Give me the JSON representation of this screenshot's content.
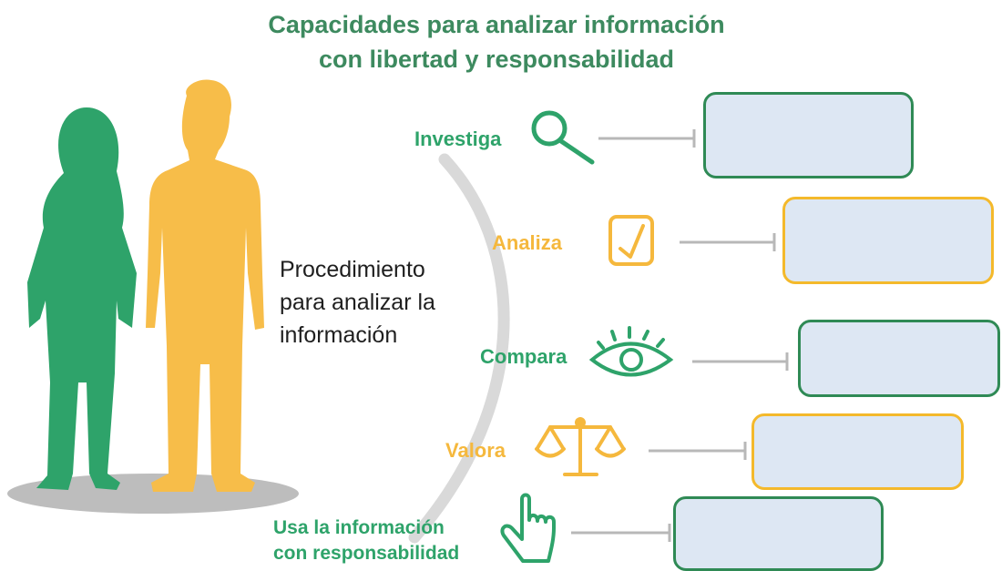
{
  "title": {
    "line1": "Capacidades para analizar información",
    "line2": "con libertad  y responsabilidad"
  },
  "center": {
    "line1": "Procedimiento",
    "line2": "para analizar la",
    "line3": "información"
  },
  "steps": [
    {
      "label": "Investiga",
      "icon": "magnifier-icon",
      "color": "#2ea36a"
    },
    {
      "label": "Analiza",
      "icon": "checkbox-icon",
      "color": "#f5b83d"
    },
    {
      "label": "Compara",
      "icon": "eye-icon",
      "color": "#2ea36a"
    },
    {
      "label": "Valora",
      "icon": "scales-icon",
      "color": "#f5b83d"
    },
    {
      "label_line1": "Usa la información",
      "label_line2": "con responsabilidad",
      "icon": "pointing-hand-icon",
      "color": "#2ea36a"
    }
  ],
  "colors": {
    "green": "#2ea36a",
    "yellow": "#f5b83d",
    "box_fill": "#dde7f3",
    "title": "#3d8a5f"
  }
}
